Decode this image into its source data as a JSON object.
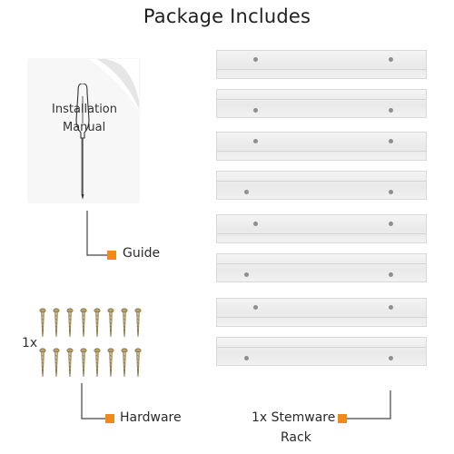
{
  "title": "Package Includes",
  "manual": {
    "line1": "Installation",
    "line2": "Manual",
    "icon": "screwdriver-icon"
  },
  "labels": {
    "guide": "Guide",
    "hardware_qty": "1x",
    "hardware": "Hardware",
    "rack_line1": "1x Stemware",
    "rack_line2": "Rack"
  },
  "colors": {
    "marker": "#f08a1a",
    "rail": "#eeeeee"
  }
}
